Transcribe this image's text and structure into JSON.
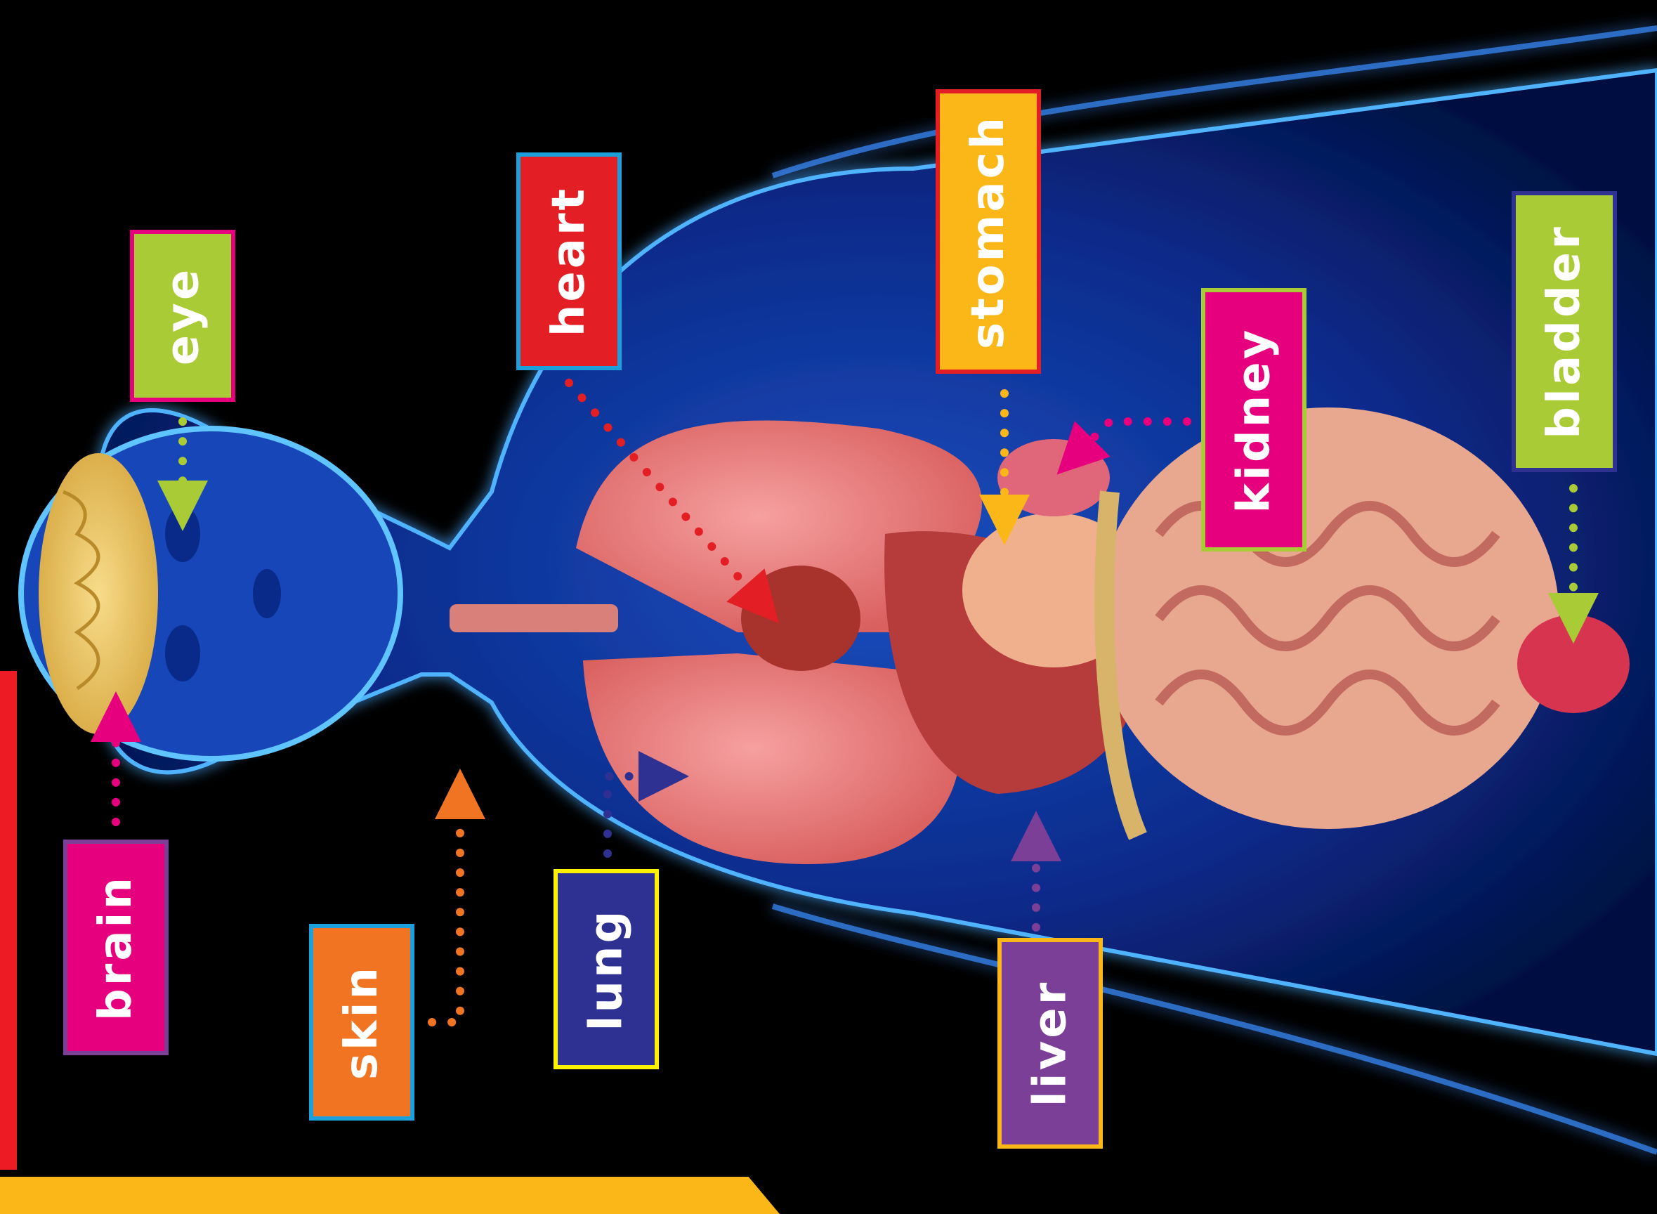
{
  "labels": [
    {
      "key": "eye",
      "text": "eye",
      "fill": "#a9cb36",
      "border": "#e6007e",
      "dot": "#a9cb36"
    },
    {
      "key": "heart",
      "text": "heart",
      "fill": "#e31e24",
      "border": "#1ba0dc",
      "dot": "#e31e24"
    },
    {
      "key": "stomach",
      "text": "stomach",
      "fill": "#fbb718",
      "border": "#e31e24",
      "dot": "#fbb718"
    },
    {
      "key": "kidney",
      "text": "kidney",
      "fill": "#e6007e",
      "border": "#a9cb36",
      "dot": "#e6007e"
    },
    {
      "key": "bladder",
      "text": "bladder",
      "fill": "#a9cb36",
      "border": "#2e3192",
      "dot": "#a9cb36"
    },
    {
      "key": "brain",
      "text": "brain",
      "fill": "#e6007e",
      "border": "#7b3f98",
      "dot": "#e6007e"
    },
    {
      "key": "skin",
      "text": "skin",
      "fill": "#f07422",
      "border": "#1ba0dc",
      "dot": "#f07422"
    },
    {
      "key": "lung",
      "text": "lung",
      "fill": "#2e3192",
      "border": "#fff200",
      "dot": "#2e3192"
    },
    {
      "key": "liver",
      "text": "liver",
      "fill": "#7b3f98",
      "border": "#fbb718",
      "dot": "#7b3f98"
    }
  ],
  "accents": {
    "left_bar": "#ed1c24",
    "bottom_band": "#fbb718",
    "body_glow": "#1e88ff"
  }
}
